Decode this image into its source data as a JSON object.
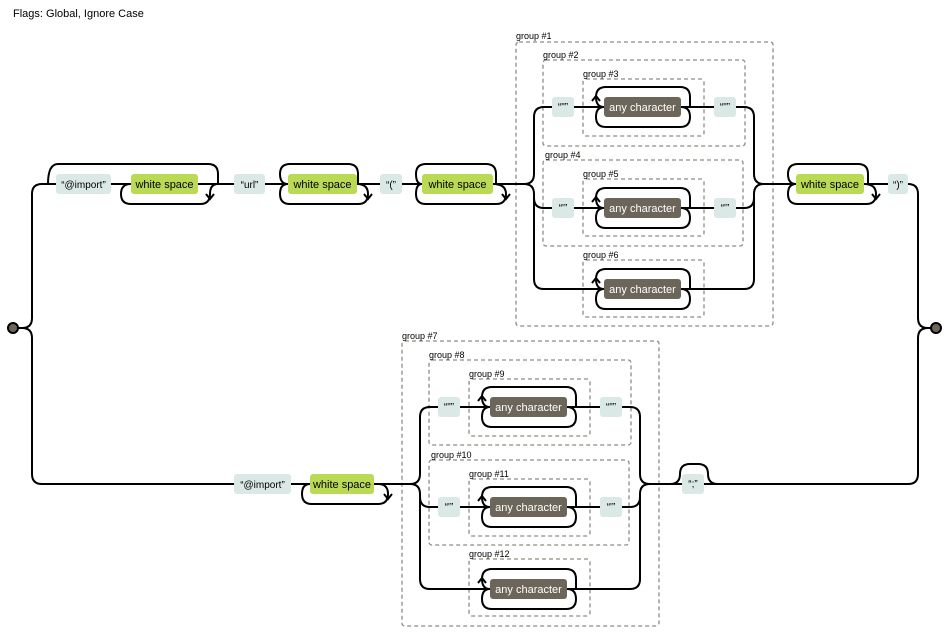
{
  "flags": "Flags: Global, Ignore Case",
  "literals": {
    "import": "“@import”",
    "url": "“url”",
    "lparen": "“(”",
    "dquote": "“\"”",
    "squote": "“'”",
    "rparen": "“)”",
    "semicolon": "“;”"
  },
  "white_space": "white space",
  "any_character": "any character",
  "groups": [
    "group #1",
    "group #2",
    "group #3",
    "group #4",
    "group #5",
    "group #6",
    "group #7",
    "group #8",
    "group #9",
    "group #10",
    "group #11",
    "group #12"
  ]
}
